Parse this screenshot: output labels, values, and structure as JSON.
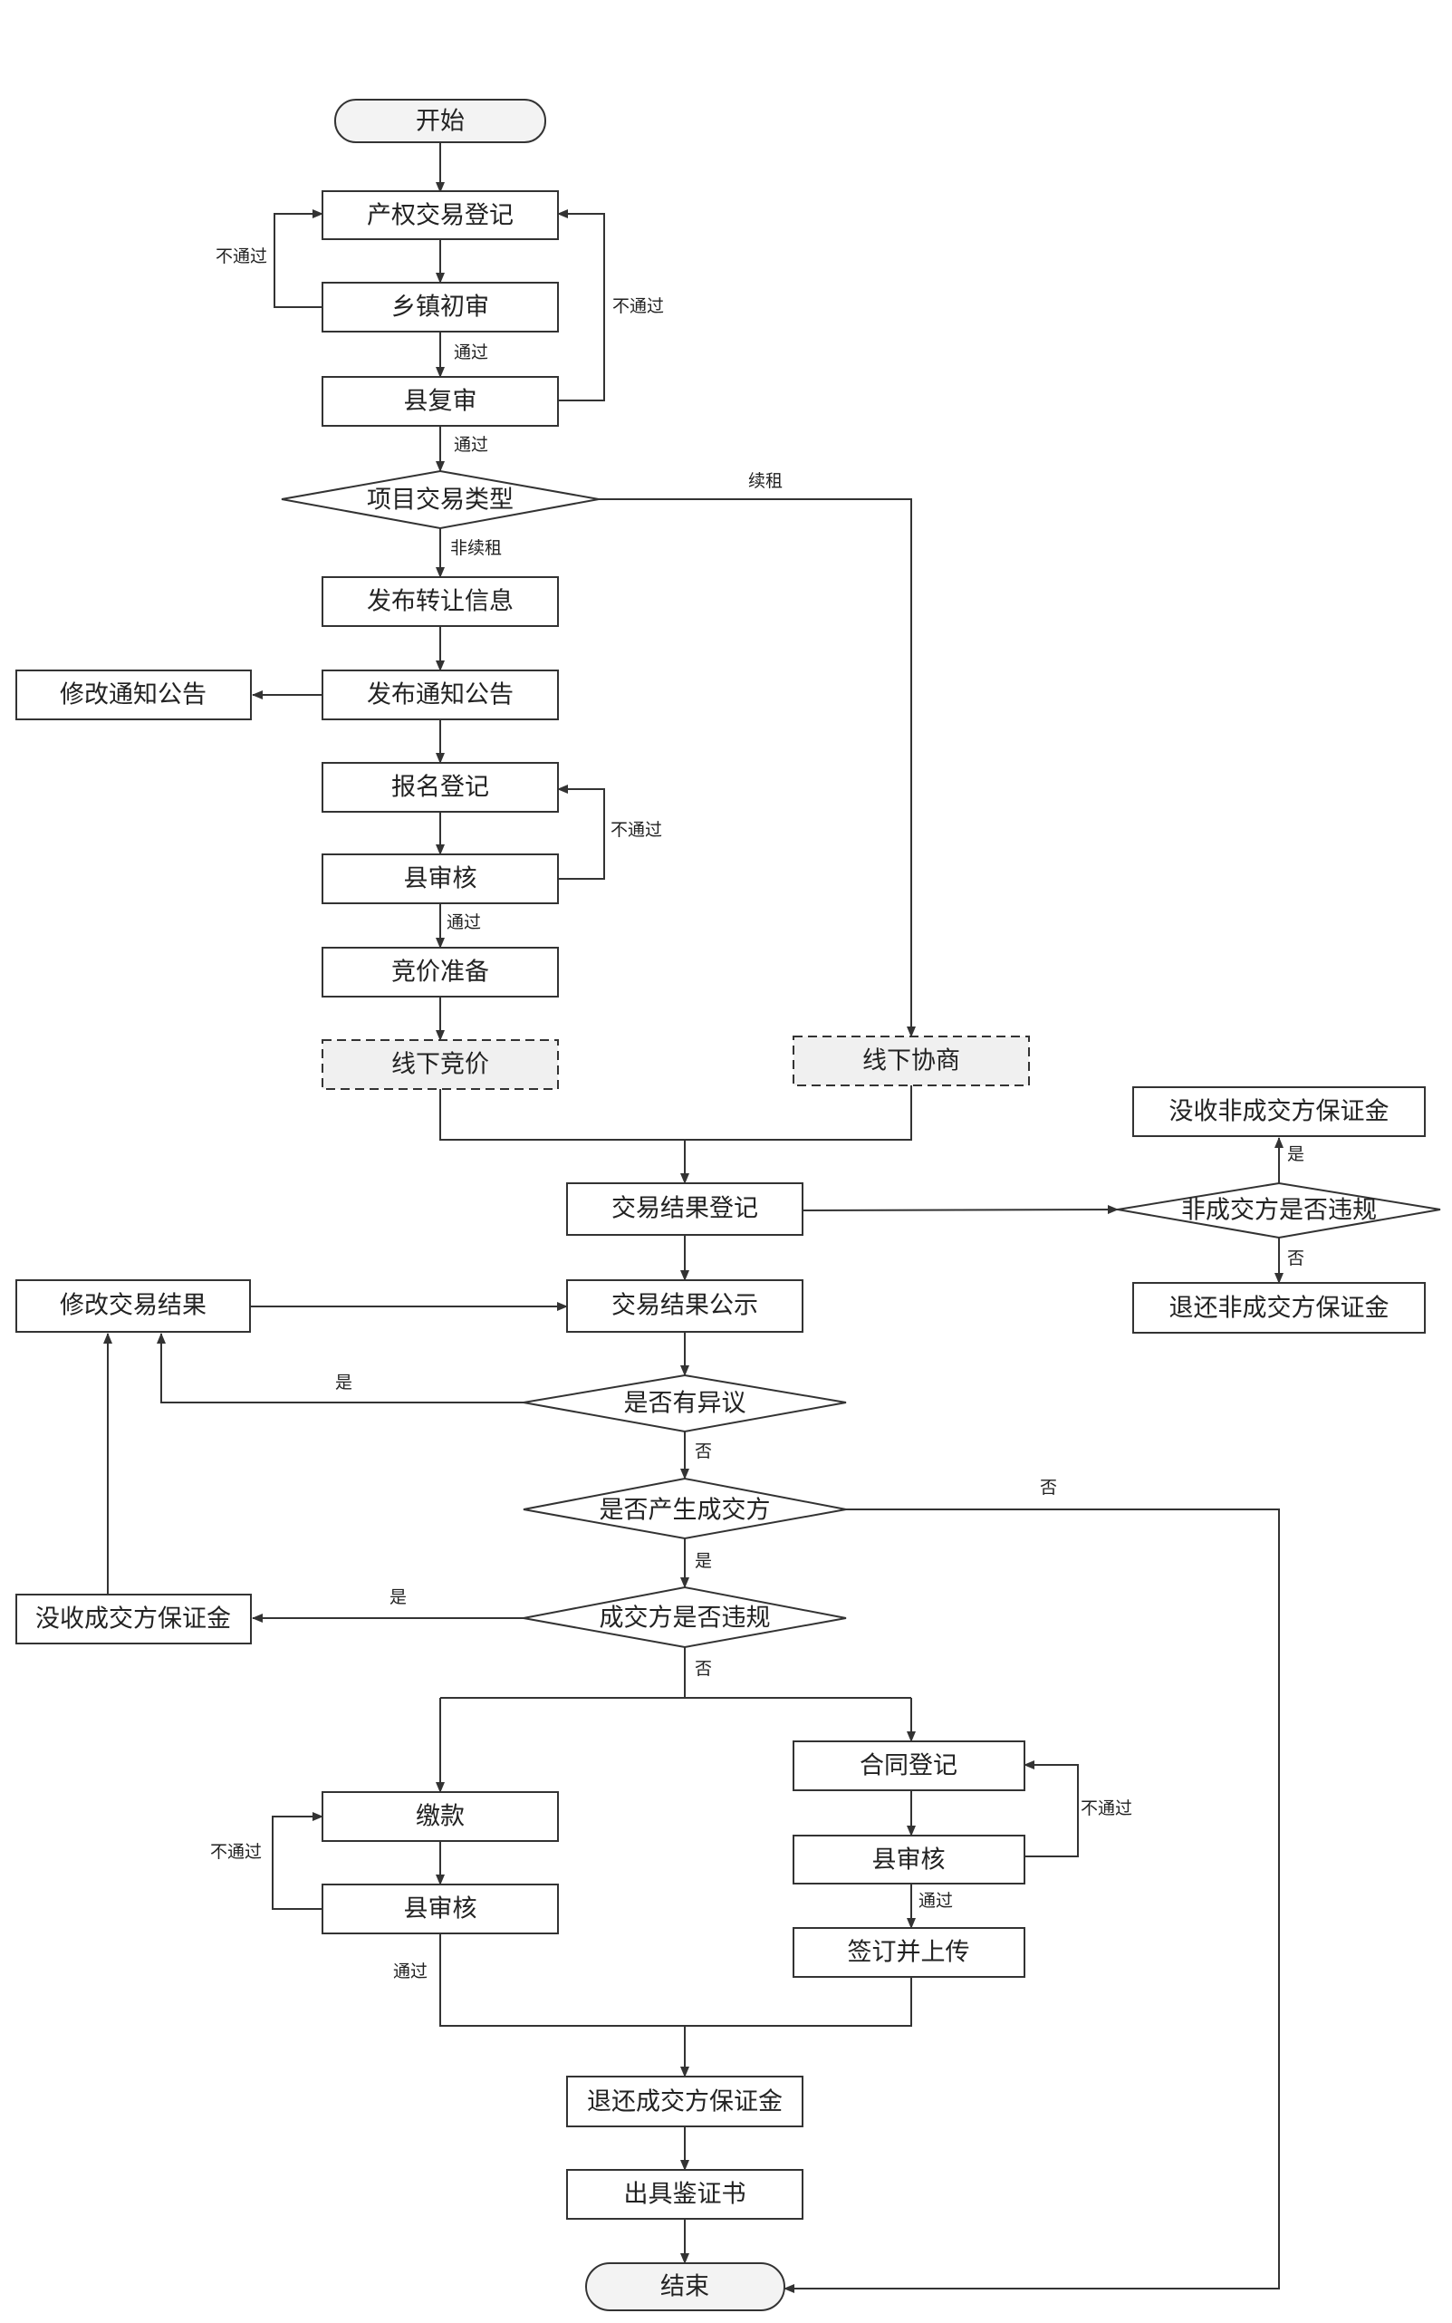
{
  "nodes": {
    "start": "开始",
    "register": "产权交易登记",
    "town_review": "乡镇初审",
    "county_review": "县复审",
    "project_type": "项目交易类型",
    "publish_transfer": "发布转让信息",
    "publish_notice": "发布通知公告",
    "modify_notice": "修改通知公告",
    "signup": "报名登记",
    "county_audit_signup": "县审核",
    "bid_prep": "竞价准备",
    "offline_bid": "线下竞价",
    "offline_negotiation": "线下协商",
    "result_register": "交易结果登记",
    "non_winner_violation": "非成交方是否违规",
    "confiscate_non_winner": "没收非成交方保证金",
    "refund_non_winner": "退还非成交方保证金",
    "result_publicity": "交易结果公示",
    "modify_result": "修改交易结果",
    "objection": "是否有异议",
    "winner_produced": "是否产生成交方",
    "winner_violation": "成交方是否违规",
    "confiscate_winner": "没收成交方保证金",
    "payment": "缴款",
    "county_audit_payment": "县审核",
    "contract_register": "合同登记",
    "county_audit_contract": "县审核",
    "sign_upload": "签订并上传",
    "refund_winner": "退还成交方保证金",
    "certificate": "出具鉴证书",
    "end": "结束"
  },
  "edge_labels": {
    "town_fail": "不通过",
    "county_fail": "不通过",
    "town_pass": "通过",
    "county_pass": "通过",
    "renewal": "续租",
    "non_renewal": "非续租",
    "signup_fail": "不通过",
    "signup_pass": "通过",
    "non_winner_yes": "是",
    "non_winner_no": "否",
    "objection_yes": "是",
    "objection_no": "否",
    "winner_produced_no": "否",
    "winner_produced_yes": "是",
    "winner_violation_yes": "是",
    "winner_violation_no": "否",
    "payment_fail": "不通过",
    "payment_pass": "通过",
    "contract_fail": "不通过",
    "contract_pass": "通过"
  },
  "colors": {
    "stroke": "#333333",
    "terminal_fill": "#f3f3f3",
    "offline_fill": "#f0f0f0",
    "text": "#222222"
  }
}
